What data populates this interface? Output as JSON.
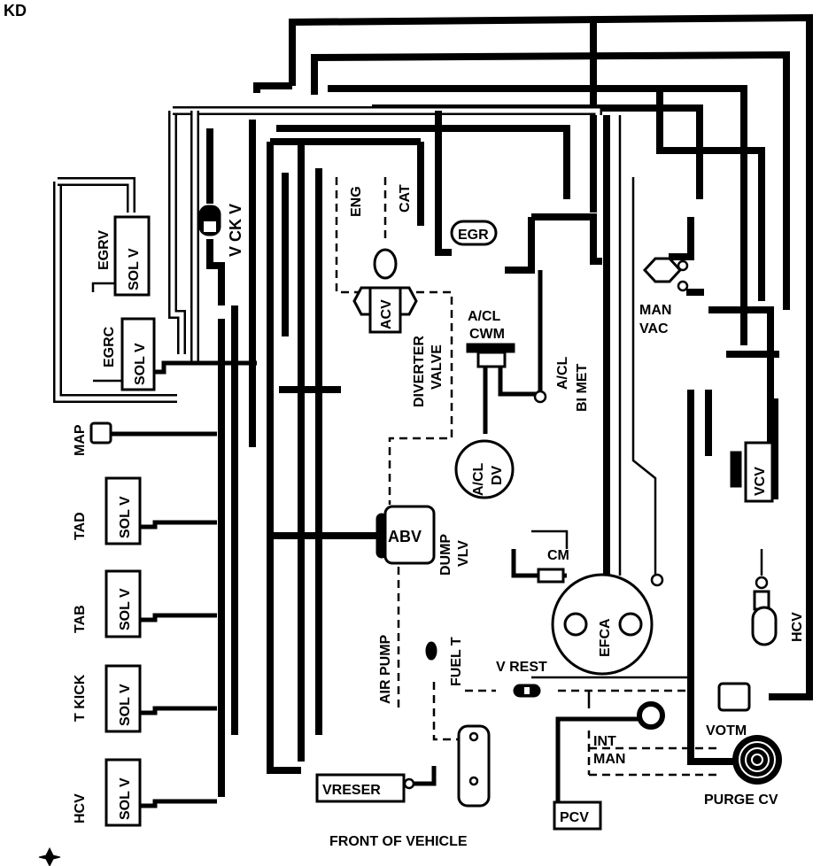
{
  "diagram_code": "KD",
  "footer": "FRONT OF VEHICLE",
  "labels": {
    "v_ck_v": "V CK V",
    "egrv": "EGRV",
    "egrc": "EGRC",
    "map": "MAP",
    "tad": "TAD",
    "tab": "TAB",
    "t_kick": "T KICK",
    "hcv_left": "HCV",
    "eng": "ENG",
    "cat": "CAT",
    "egr": "EGR",
    "acv": "ACV",
    "diverter_valve_1": "DIVERTER",
    "diverter_valve_2": "VALVE",
    "acl_cwm_1": "A/CL",
    "acl_cwm_2": "CWM",
    "acl_bimet_1": "A/CL",
    "acl_bimet_2": "BI MET",
    "acl_dv_1": "A/CL",
    "acl_dv_2": "DV",
    "man_vac_1": "MAN",
    "man_vac_2": "VAC",
    "vcv": "VCV",
    "abv": "ABV",
    "dump_vlv_1": "DUMP",
    "dump_vlv_2": "VLV",
    "cm": "CM",
    "efca": "EFCA",
    "hcv_right": "HCV",
    "air_pump": "AIR PUMP",
    "fuel_t": "FUEL T",
    "v_rest": "V REST",
    "int_man_1": "INT",
    "int_man_2": "MAN",
    "votm": "VOTM",
    "purge_cv": "PURGE CV",
    "vreser": "VRESER",
    "pcv": "PCV",
    "sol_v": "SOL V"
  }
}
